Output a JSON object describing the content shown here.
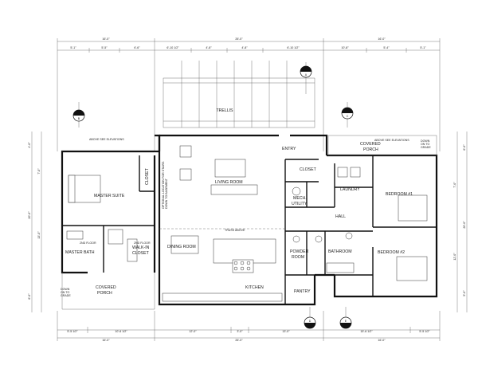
{
  "rooms": {
    "trellis": "TRELLIS",
    "entry": "ENTRY",
    "covered_porch_right": "COVERED\nPORCH",
    "master_suite": "MASTER SUITE",
    "closet_left": "CLOSET",
    "living_room": "LIVING ROOM",
    "closet_center": "CLOSET",
    "laundry": "LAUNDRY",
    "bedroom_1": "BEDROOM #1",
    "mech_utility": "MECH.\nUTILITY",
    "hall": "HALL",
    "master_bath": "MASTER BATH",
    "walk_in_closet": "WALK-IN\nCLOSET",
    "dining_room": "DINING ROOM",
    "powder_room": "POWDER\nROOM",
    "bathroom": "BATHROOM",
    "bedroom_2": "BEDROOM #2",
    "kitchen": "KITCHEN",
    "pantry": "PANTRY",
    "covered_porch_left": "COVERED\nPORCH"
  },
  "notes": {
    "truss_above": "TRUSS ABOVE",
    "optional_location": "OPTIONAL LOCATION FOR STAIRS\nDOWN TO BASEMENT",
    "above_elev_left": "ABOVE SEE ELEVATIONS",
    "above_elev_right": "ABOVE SEE ELEVATIONS",
    "down_grade_right": "DOWN\nON TO\nGRADE",
    "down_grade_left": "DOWN\nON TO\nGRADE",
    "floor_note_1": "2ND FLOOR",
    "floor_note_2": "2ND FLOOR"
  },
  "dimensions": {
    "top_overall": [
      "16'-0\"",
      "26'-0\"",
      "16'-0\""
    ],
    "top_detail": [
      "5'-1\"",
      "5'-5\"",
      "6'-6\"",
      "6'-10 1/2\"",
      "4'-8\"",
      "4'-8\"",
      "6'-10 1/2\"",
      "10'-8\"",
      "5'-4\"",
      "5'-1\""
    ],
    "bottom_detail": [
      "5'-5 1/2\"",
      "10'-6 1/2\"",
      "12'-0\"",
      "3'-0\"",
      "13'-0\"",
      "15'-6 1/2\"",
      "5'-5 1/2\""
    ],
    "bottom_overall": [
      "16'-0\"",
      "26'-0\"",
      "16'-0\""
    ],
    "left_side": [
      "4'-0\"",
      "7'-0\"",
      "20'-0\"",
      "13'-0\"",
      "6'-0\""
    ],
    "right_side": [
      "6'-0\"",
      "7'-0\"",
      "20'-0\"",
      "12'-0\"",
      "5'-0\""
    ]
  },
  "grid_markers": {
    "north": "A",
    "left": "B",
    "right": "C",
    "bottom_left": "D",
    "bottom_right": "E"
  },
  "colors": {
    "line": "#111111",
    "background": "#ffffff"
  }
}
